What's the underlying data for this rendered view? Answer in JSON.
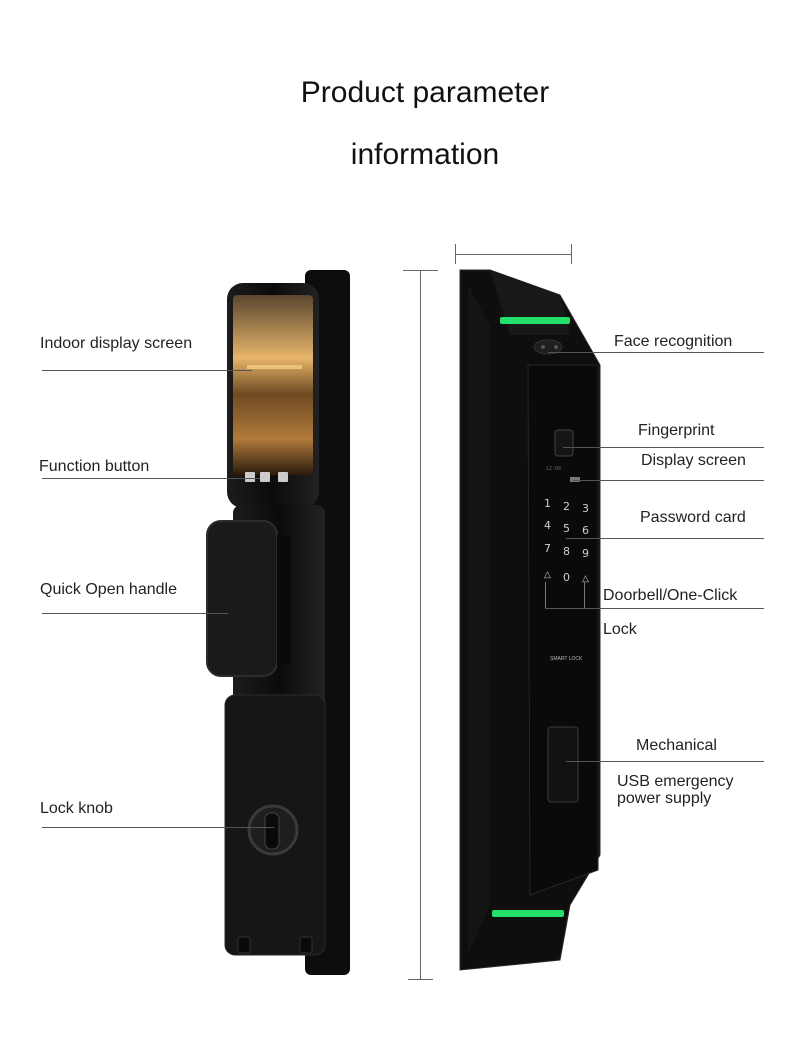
{
  "title": {
    "line1": "Product parameter",
    "line2": "information"
  },
  "left_labels": {
    "indoor_display": "Indoor display screen",
    "function_button": "Function button",
    "quick_open": "Quick Open handle",
    "lock_knob": "Lock knob"
  },
  "right_labels": {
    "face": "Face recognition",
    "fingerprint": "Fingerprint",
    "display": "Display screen",
    "password": "Password card",
    "doorbell": "Doorbell/One-Click",
    "lock": "Lock",
    "mechanical": "Mechanical",
    "usb": "USB emergency",
    "power": "power supply"
  },
  "device": {
    "brand_text": "SMART LOCK",
    "keys": [
      "1",
      "2",
      "3",
      "4",
      "5",
      "6",
      "7",
      "8",
      "9",
      "0"
    ],
    "accent_color": "#22e06a",
    "body_color": "#111111"
  }
}
